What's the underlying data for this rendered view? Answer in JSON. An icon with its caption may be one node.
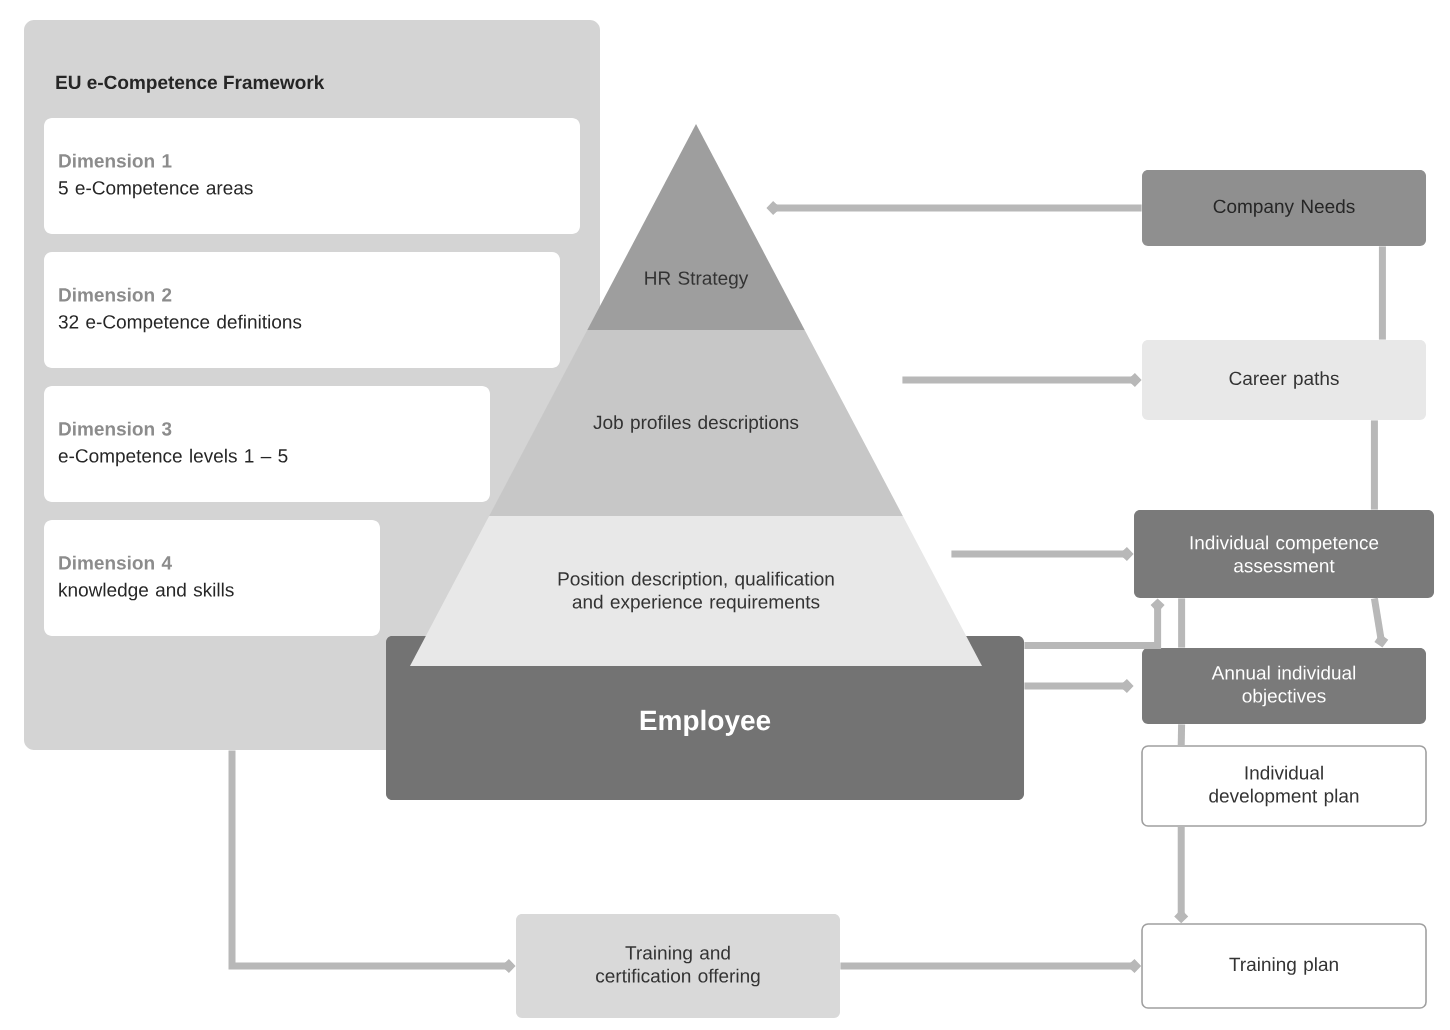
{
  "diagram": {
    "nodes": [
      {
        "text": [
          "EU e-Competence Framework"
        ]
      },
      {
        "text": [
          "Dimension 1",
          "5 e-Competence areas"
        ],
        "in": 0
      },
      {
        "text": [
          "Dimension 2",
          "32 e-Competence definitions"
        ],
        "in": 0
      },
      {
        "text": [
          "Dimension 3",
          "e-Competence levels 1 – 5"
        ],
        "in": 0
      },
      {
        "text": [
          "Dimension 4",
          "knowledge and skills"
        ],
        "in": 0
      },
      {
        "text": [
          "HR Strategy"
        ]
      },
      {
        "text": [
          "Job profiles descriptions"
        ]
      },
      {
        "text": [
          "Position description, qualification and experience requirements"
        ]
      },
      {
        "text": [
          "Employee"
        ]
      },
      {
        "text": [
          "Company Needs"
        ]
      },
      {
        "text": [
          "Career paths"
        ]
      },
      {
        "text": [
          "Individual competence assessment"
        ]
      },
      {
        "text": [
          "Annual individual objectives"
        ]
      },
      {
        "text": [
          "Individual development plan"
        ]
      },
      {
        "text": [
          "Training and certification offering"
        ]
      },
      {
        "text": [
          "Training plan"
        ]
      }
    ],
    "edges": [
      {
        "from": 9,
        "to": 5,
        "arrow": "to"
      },
      {
        "from": 6,
        "to": 10,
        "arrow": "to"
      },
      {
        "from": 7,
        "to": 11,
        "arrow": "to"
      },
      {
        "from": 8,
        "to": 11,
        "arrow": "to"
      },
      {
        "from": 8,
        "to": 12,
        "arrow": "to"
      },
      {
        "from": 9,
        "to": 10,
        "arrow": "none"
      },
      {
        "from": 10,
        "to": 11,
        "arrow": "none"
      },
      {
        "from": 11,
        "to": 12,
        "arrow": "to"
      },
      {
        "from": 11,
        "to": 12,
        "arrow": "none"
      },
      {
        "from": 12,
        "to": 13,
        "arrow": "none"
      },
      {
        "from": 13,
        "to": 15,
        "arrow": "to"
      },
      {
        "from": 0,
        "to": 14,
        "arrow": "to"
      },
      {
        "from": 14,
        "to": 15,
        "arrow": "to"
      }
    ]
  }
}
